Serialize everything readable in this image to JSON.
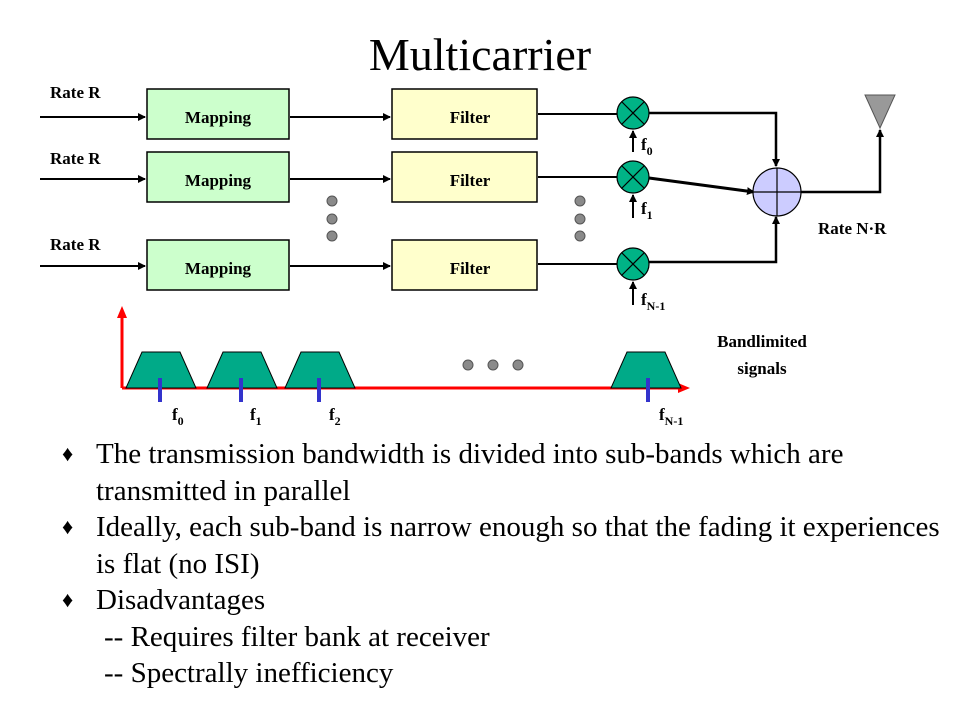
{
  "title": "Multicarrier",
  "diagram": {
    "input_label": "Rate R",
    "mapping_label": "Mapping",
    "filter_label": "Filter",
    "carriers": {
      "f0": {
        "base": "f",
        "sub": "0"
      },
      "f1": {
        "base": "f",
        "sub": "1"
      },
      "f2": {
        "base": "f",
        "sub": "2"
      },
      "fN1": {
        "base": "f",
        "sub": "N-1"
      }
    },
    "output_rate": "Rate N·R",
    "spectrum_label_line1": "Bandlimited",
    "spectrum_label_line2": "signals"
  },
  "colors": {
    "box_fill": "#ccffcc",
    "filter_fill": "#ffffcc",
    "mixer_fill": "#00b386",
    "summer_fill": "#ccccff",
    "antenna_fill": "#999999",
    "axis_red": "#ff0000",
    "tick_blue": "#3333cc",
    "trapezoid_fill": "#00aa88"
  },
  "bullets": [
    {
      "marker": "♦",
      "text": "The transmission bandwidth is divided into sub-bands which are transmitted in parallel"
    },
    {
      "marker": "♦",
      "text": "Ideally, each sub-band is narrow enough so that the fading it experiences is flat (no ISI)"
    },
    {
      "marker": "♦",
      "text": "Disadvantages"
    }
  ],
  "sub_bullets": [
    "-- Requires filter bank at receiver",
    "-- Spectrally inefficiency"
  ]
}
